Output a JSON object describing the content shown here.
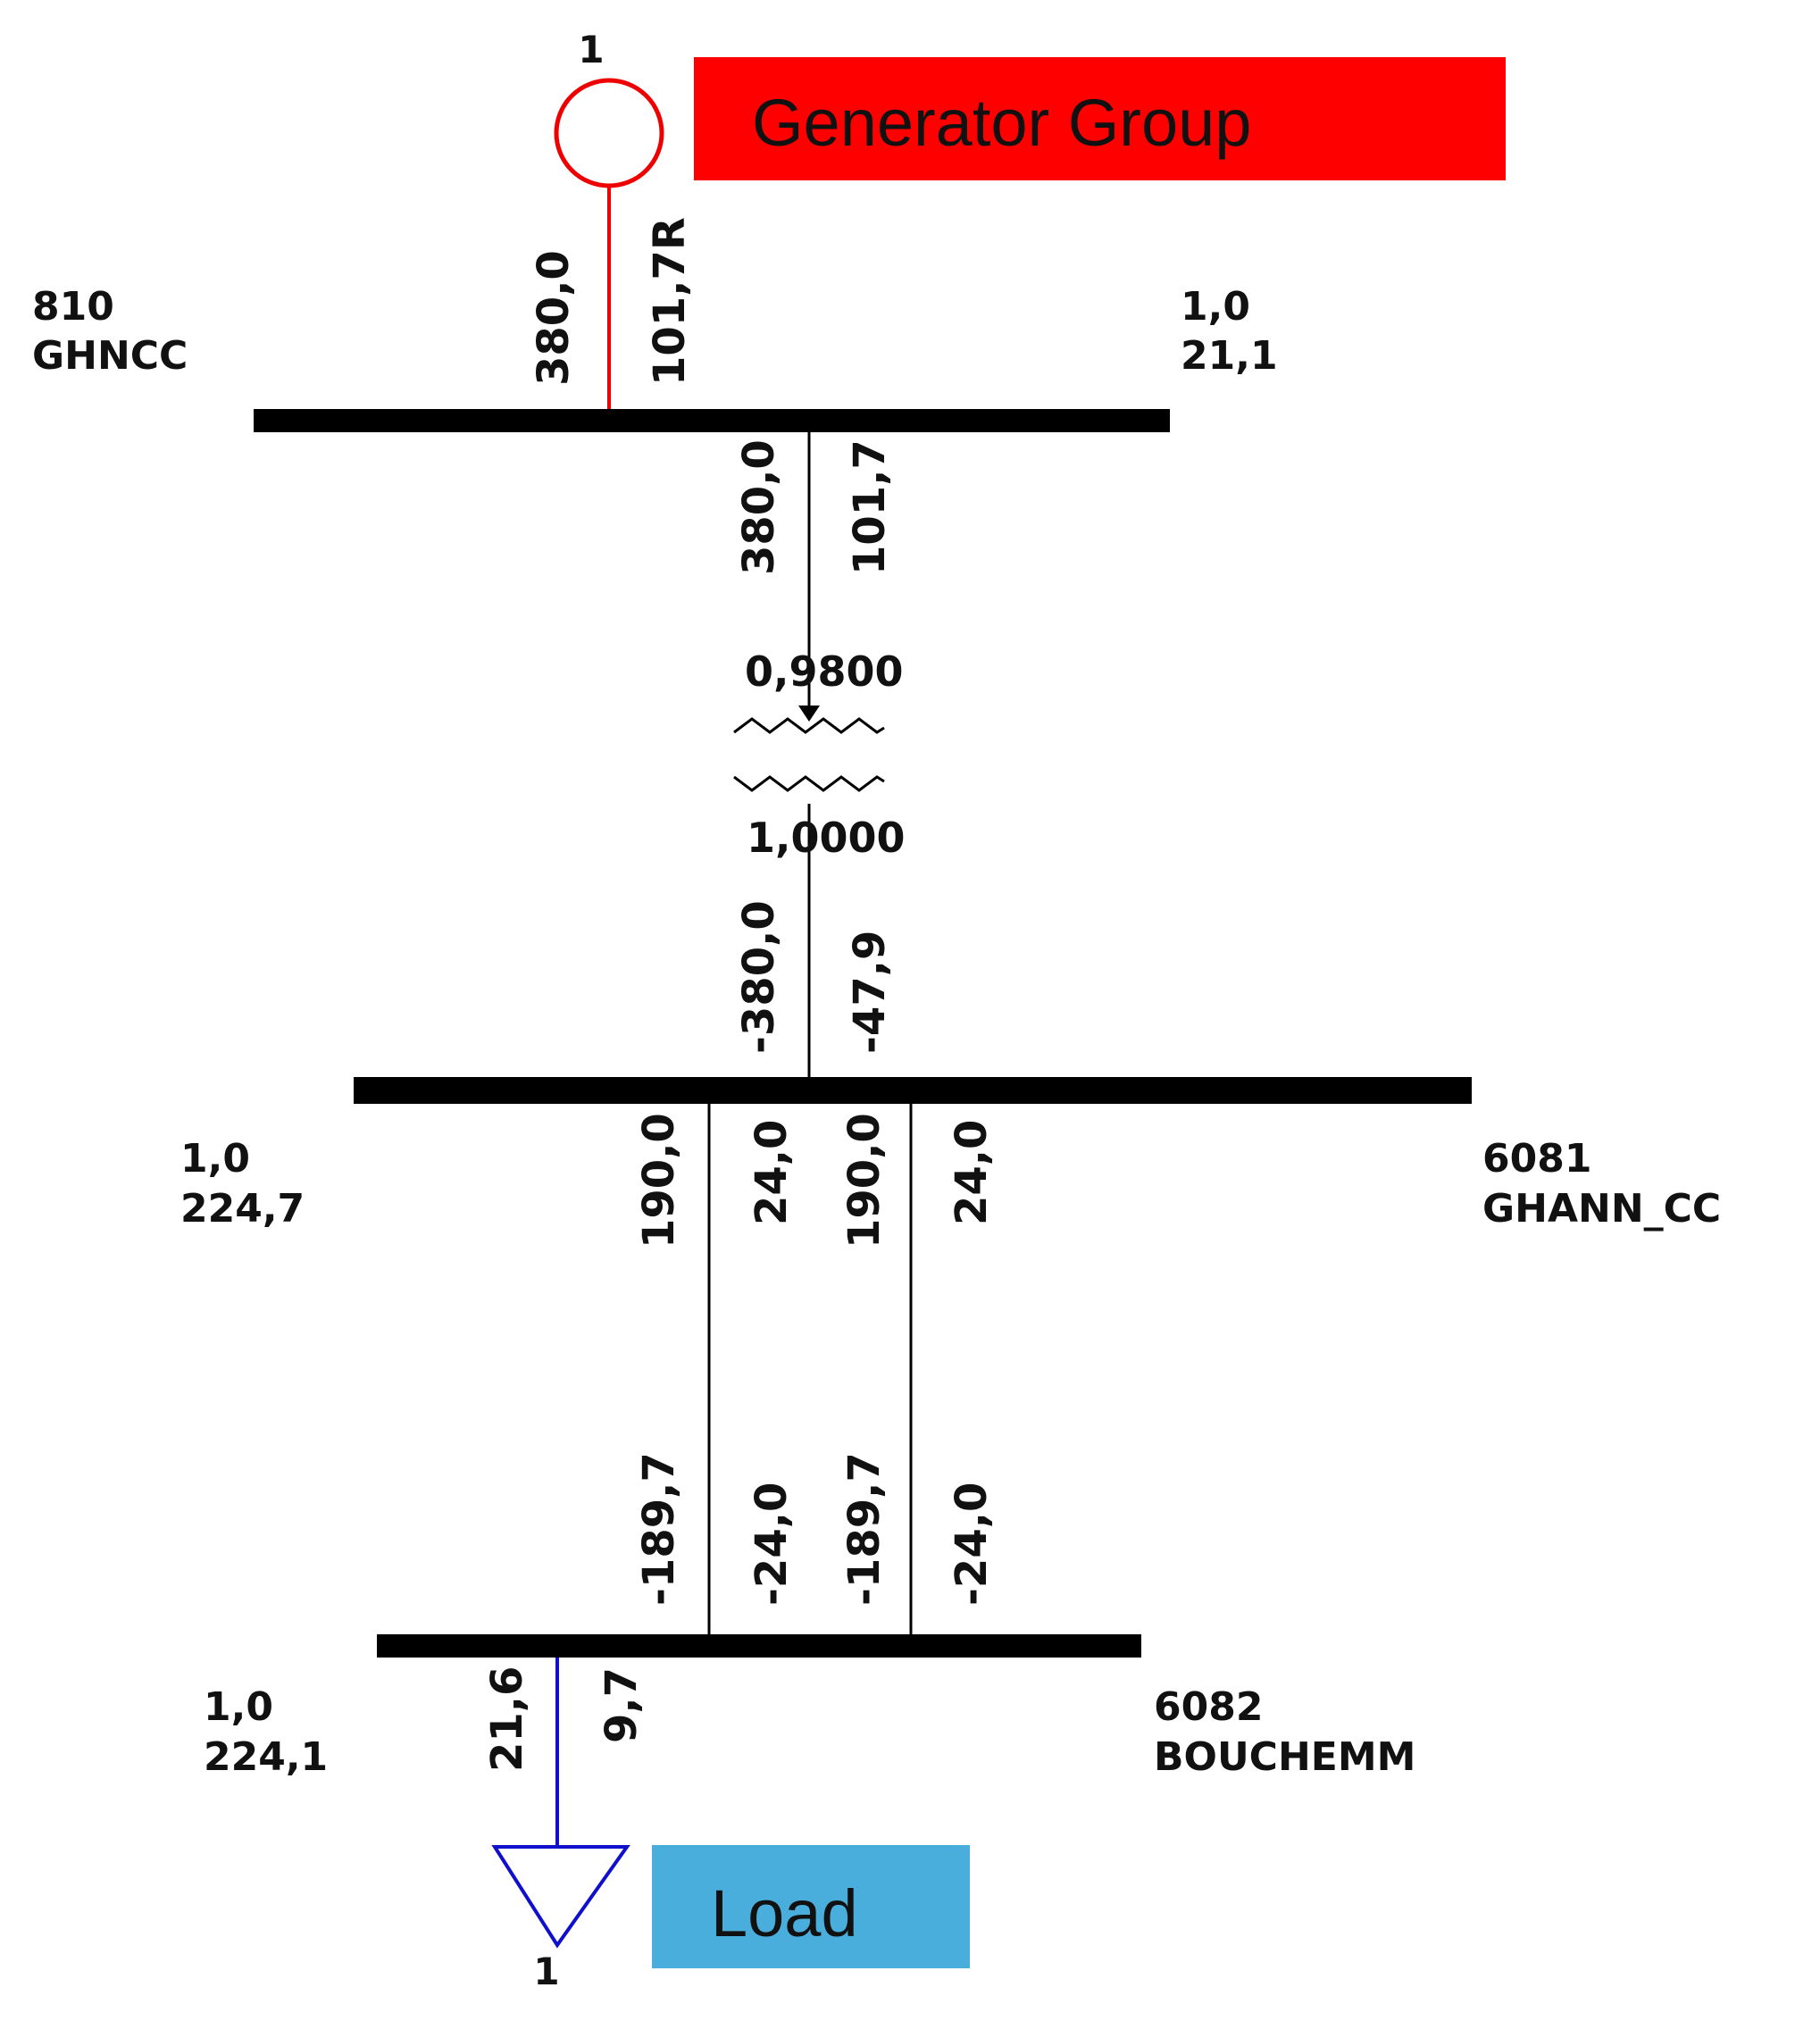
{
  "colors": {
    "generator": "#ee0000",
    "generator_box": "#ff0000",
    "load": "#1010cc",
    "load_box": "#4aaedd",
    "bus": "#000000",
    "line": "#000000"
  },
  "generator": {
    "id": "1",
    "box_label": "Generator Group",
    "mw": "380,0",
    "mvar": "101,7R"
  },
  "buses": {
    "b810": {
      "number": "810",
      "name": "GHNCC",
      "pu": "1,0",
      "kv": "21,1"
    },
    "b6081": {
      "number": "6081",
      "name": "GHANN_CC",
      "pu": "1,0",
      "kv": "224,7"
    },
    "b6082": {
      "number": "6082",
      "name": "BOUCHEMM",
      "pu": "1,0",
      "kv": "224,1"
    }
  },
  "transformer": {
    "from_mw": "380,0",
    "from_mvar": "101,7",
    "tap_from": "0,9800",
    "tap_to": "1,0000",
    "to_mw": "-380,0",
    "to_mvar": "-47,9"
  },
  "lines": [
    {
      "from_mw": "190,0",
      "from_mvar": "24,0",
      "to_mw": "-189,7",
      "to_mvar": "-24,0"
    },
    {
      "from_mw": "190,0",
      "from_mvar": "24,0",
      "to_mw": "-189,7",
      "to_mvar": "-24,0"
    }
  ],
  "load": {
    "id": "1",
    "box_label": "Load",
    "mw": "21,6",
    "mvar": "9,7"
  }
}
